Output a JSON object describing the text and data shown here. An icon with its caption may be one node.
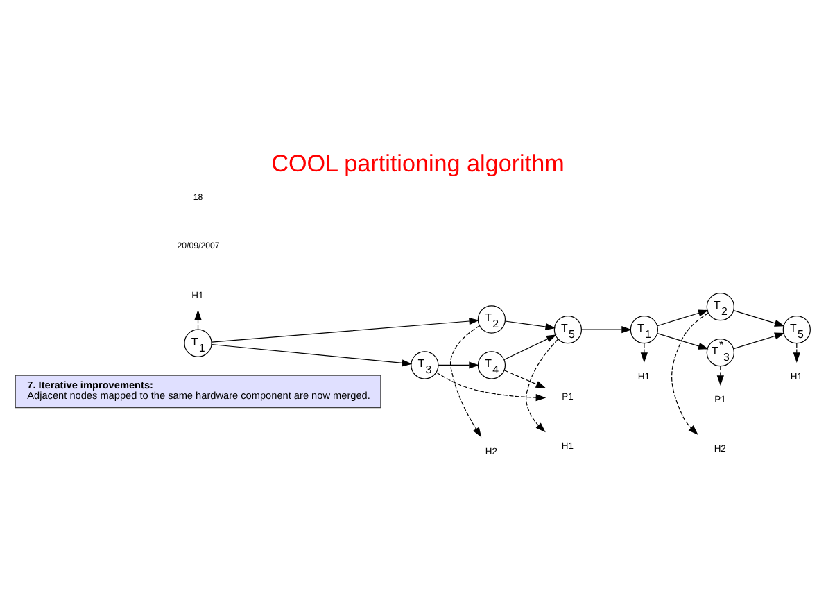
{
  "diagram": {
    "title": "COOL partitioning algorithm",
    "nodes": [
      {
        "text": [
          "7. Iterative improvements:",
          "Adjacent nodes mapped to the same hardware component are now merged."
        ]
      },
      {
        "text": [
          "H1"
        ]
      },
      {
        "text": [
          "H2"
        ]
      },
      {
        "text": [
          "H1"
        ]
      },
      {
        "text": [
          "T$_{1}$"
        ]
      },
      {
        "text": [
          "T$_{2}$"
        ]
      },
      {
        "text": [
          "T$_{3}$"
        ]
      },
      {
        "text": [
          "T$_{4}$"
        ]
      },
      {
        "text": [
          "T$_{5}$"
        ]
      },
      {
        "text": [
          "P1"
        ]
      },
      {
        "text": [
          "H1"
        ]
      },
      {
        "text": [
          "H2"
        ]
      },
      {
        "text": [
          "H1"
        ]
      },
      {
        "text": [
          "T$_{1}$"
        ]
      },
      {
        "text": [
          "T$_{2}$"
        ]
      },
      {
        "text": [
          "T$^{*}$$_{3}$"
        ]
      },
      {
        "text": [
          "T$_{5}$"
        ]
      },
      {
        "text": [
          "P1"
        ]
      }
    ],
    "edges": [
      {
        "from": 4,
        "to": 1,
        "arrow": "to",
        "style": "dashed"
      },
      {
        "from": 5,
        "to": 2,
        "arrow": "to",
        "style": "dashed"
      },
      {
        "from": 8,
        "to": 3,
        "arrow": "to",
        "style": "dashed"
      },
      {
        "from": 4,
        "to": 5,
        "arrow": "to"
      },
      {
        "from": 4,
        "to": 6,
        "arrow": "to"
      },
      {
        "from": 5,
        "to": 8,
        "arrow": "to"
      },
      {
        "from": 6,
        "to": 7,
        "arrow": "to"
      },
      {
        "from": 7,
        "to": 8,
        "arrow": "to"
      },
      {
        "from": 6,
        "to": 9,
        "arrow": "to",
        "style": "dashed"
      },
      {
        "from": 7,
        "to": 9,
        "arrow": "to",
        "style": "dashed"
      },
      {
        "from": 8,
        "to": 13,
        "arrow": "to"
      },
      {
        "from": 13,
        "to": 10,
        "arrow": "to",
        "style": "dashed"
      },
      {
        "from": 14,
        "to": 11,
        "arrow": "to",
        "style": "dashed"
      },
      {
        "from": 16,
        "to": 12,
        "arrow": "to",
        "style": "dashed"
      },
      {
        "from": 13,
        "to": 14,
        "arrow": "to"
      },
      {
        "from": 13,
        "to": 15,
        "arrow": "to"
      },
      {
        "from": 14,
        "to": 16,
        "arrow": "to"
      },
      {
        "from": 15,
        "to": 16,
        "arrow": "to"
      },
      {
        "from": 15,
        "to": 17,
        "arrow": "to",
        "style": "dashed"
      }
    ],
    "labels": [
      "20/09/2007",
      "18"
    ]
  }
}
